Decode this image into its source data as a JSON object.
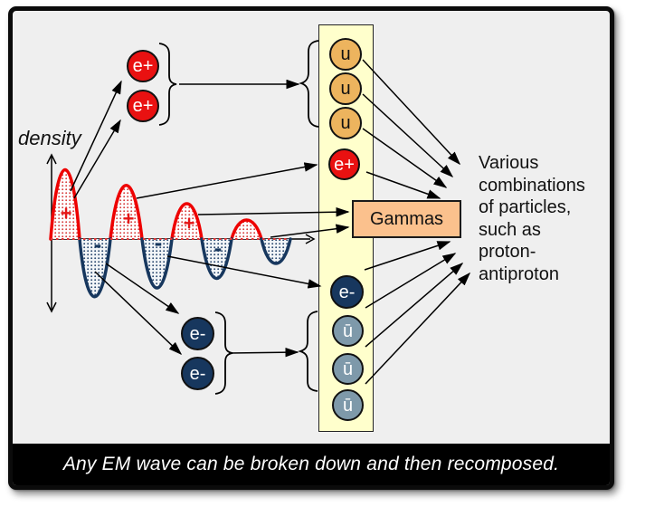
{
  "diagram": {
    "axis_label": "density",
    "caption": "Any EM wave can be broken down and then recomposed.",
    "side_note": "Various\ncombinations\nof particles,\nsuch as\nproton-\nantiproton",
    "plus_sign": "+",
    "minus_sign": "-"
  },
  "particles": {
    "positron_pair": [
      "e+",
      "e+"
    ],
    "electron_pair": [
      "e-",
      "e-"
    ],
    "strip": {
      "up_quarks": [
        "u",
        "u",
        "u"
      ],
      "positron": "e+",
      "gammas": "Gammas",
      "electron": "e-",
      "anti_up_quarks": [
        "ū",
        "ū",
        "ū"
      ]
    }
  },
  "colors": {
    "background": "#efefef",
    "strip_fill": "#ffffcc",
    "up_quark_fill": "#edb45e",
    "anti_up_quark_fill": "#7e99aa",
    "positron_fill": "#e91111",
    "electron_fill": "#17375e",
    "gammas_fill": "#fbc18d",
    "wave_positive": "#ee0000",
    "wave_negative": "#17375e",
    "caption_bar": "#000000"
  }
}
